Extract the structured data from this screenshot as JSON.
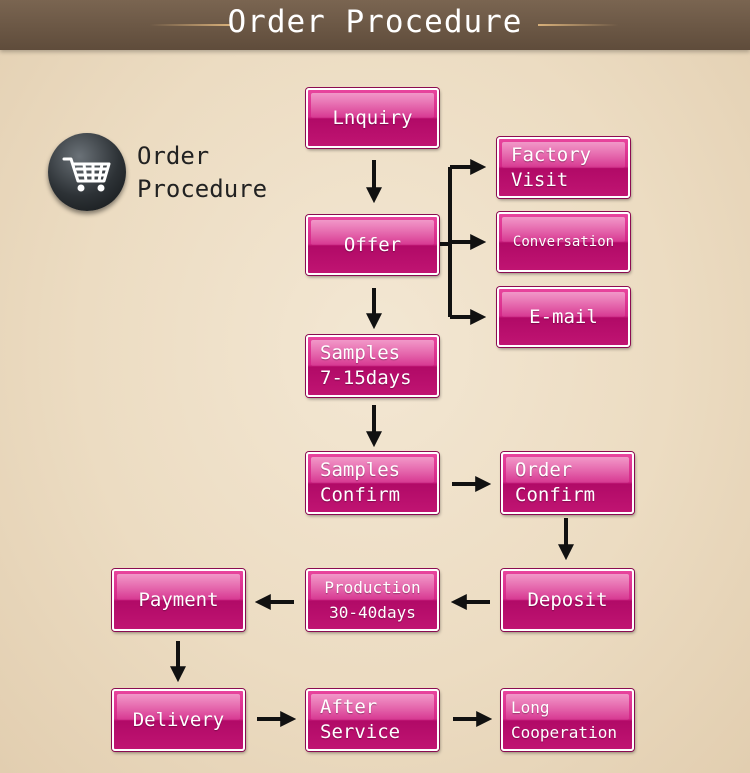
{
  "header": {
    "title": "Order Procedure"
  },
  "legend": {
    "line1": "Order",
    "line2": "Procedure",
    "icon": "shopping-cart-icon"
  },
  "steps": {
    "inquiry": "Lnquiry",
    "offer": "Offer",
    "factory_visit": [
      "Factory",
      "Visit"
    ],
    "conversation": "Conversation",
    "email": "E-mail",
    "samples": [
      "Samples",
      "7-15days"
    ],
    "samples_confirm": [
      "Samples",
      "Confirm"
    ],
    "order_confirm": [
      "Order",
      "Confirm"
    ],
    "deposit": "Deposit",
    "production": [
      "Production",
      "30-40days"
    ],
    "payment": "Payment",
    "delivery": "Delivery",
    "after_service": [
      "After",
      "Service"
    ],
    "long_cooperation": [
      "Long",
      "Cooperation"
    ]
  },
  "colors": {
    "box": "#d42788",
    "header": "#6b5643",
    "arrow": "#111111"
  }
}
